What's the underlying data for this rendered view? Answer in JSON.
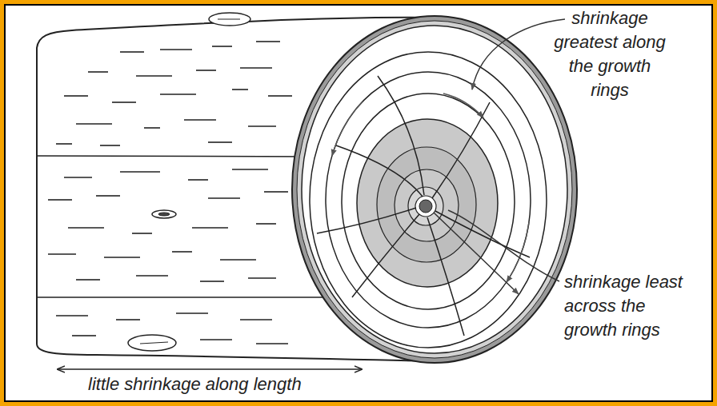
{
  "diagram": {
    "labels": [
      "shrinkage greatest along the growth rings",
      "shrinkage least across the growth rings",
      "little shrinkage along length"
    ]
  }
}
